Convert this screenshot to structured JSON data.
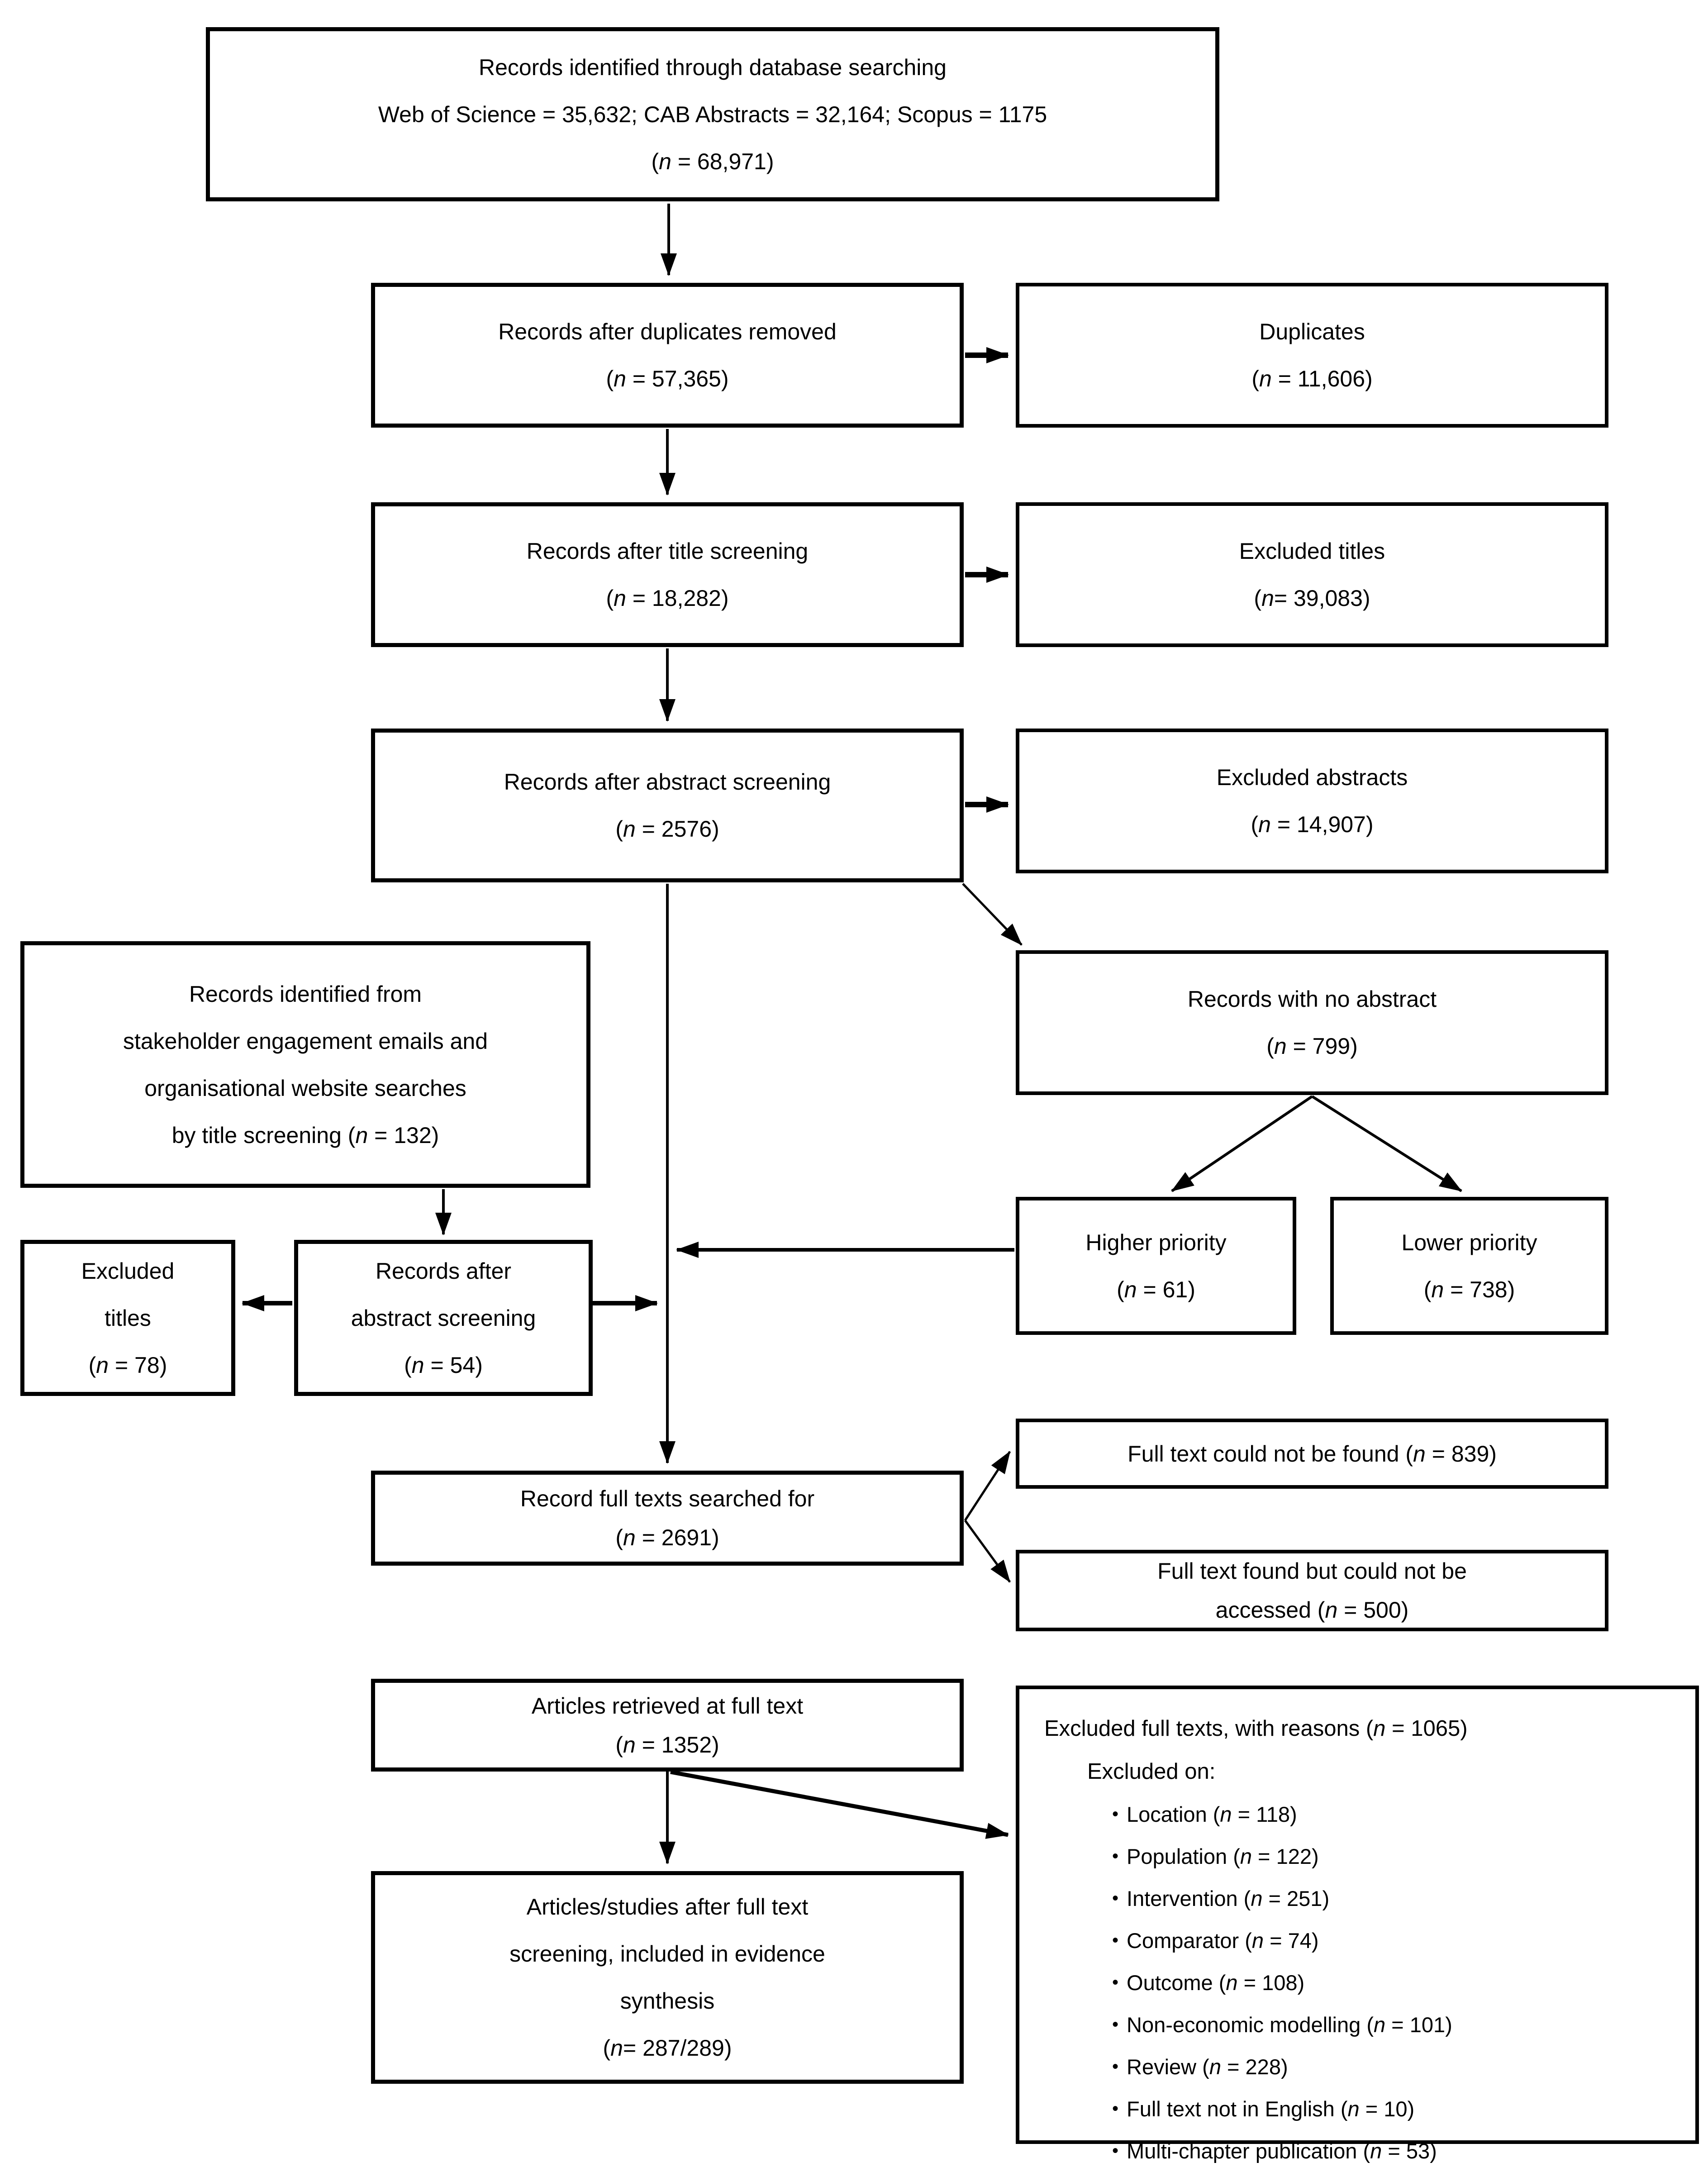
{
  "n_char": "n",
  "bullet_char": "•",
  "figure_type": "prisma-flow-diagram",
  "boxes": {
    "identified": {
      "lines": [
        "Records identified through database searching",
        "Web of Science = 35,632; CAB Abstracts = 32,164; Scopus = 1175"
      ],
      "pre": "(",
      "post": " = 68,971)"
    },
    "dup_removed": {
      "lines": [
        "Records after duplicates removed"
      ],
      "pre": "(",
      "post": " = 57,365)"
    },
    "duplicates": {
      "lines": [
        "Duplicates"
      ],
      "pre": "(",
      "post": " = 11,606)"
    },
    "title_screened": {
      "lines": [
        "Records after title screening"
      ],
      "pre": "(",
      "post": " = 18,282)"
    },
    "excluded_titles": {
      "lines": [
        "Excluded titles"
      ],
      "pre": "(",
      "post": "= 39,083)"
    },
    "abstract_screened": {
      "lines": [
        "Records after abstract screening"
      ],
      "pre": "(",
      "post": " = 2576)"
    },
    "excluded_abstracts": {
      "lines": [
        "Excluded abstracts"
      ],
      "pre": "(",
      "post": " = 14,907)"
    },
    "no_abstract": {
      "lines": [
        "Records with no abstract"
      ],
      "pre": "(",
      "post": " = 799)"
    },
    "stakeholder": {
      "lines": [
        "Records identified from",
        "stakeholder engagement emails and",
        "organisational website searches"
      ],
      "pre": "by title screening (",
      "post": " = 132)"
    },
    "excluded_titles_small": {
      "lines": [
        "Excluded",
        "titles"
      ],
      "pre": "(",
      "post": " = 78)"
    },
    "abstract_screened_small": {
      "lines": [
        "Records after",
        "abstract screening"
      ],
      "pre": "(",
      "post": " = 54)"
    },
    "higher_priority": {
      "lines": [
        "Higher priority"
      ],
      "pre": "(",
      "post": " = 61)"
    },
    "lower_priority": {
      "lines": [
        "Lower priority"
      ],
      "pre": "(",
      "post": " = 738)"
    },
    "fulltext_searched": {
      "lines": [
        "Record full texts searched for"
      ],
      "pre": "(",
      "post": " = 2691)"
    },
    "not_found": {
      "lines": [],
      "pre": "Full text could not be found (",
      "post": " = 839)"
    },
    "not_accessed": {
      "lines": [
        "Full text found but could not be"
      ],
      "pre": "accessed (",
      "post": " = 500)"
    },
    "retrieved": {
      "lines": [
        "Articles retrieved at full text"
      ],
      "pre": "(",
      "post": " = 1352)"
    },
    "included": {
      "lines": [
        "Articles/studies after full text",
        "screening, included in evidence",
        "synthesis"
      ],
      "pre": "(",
      "post": "= 287/289)"
    },
    "excluded_fulltext": {
      "heading_pre": "Excluded full texts, with reasons (",
      "heading_post": " = 1065)",
      "subheading": "Excluded on:",
      "items": [
        {
          "pre": "Location (",
          "post": " = 118)"
        },
        {
          "pre": "Population (",
          "post": " = 122)"
        },
        {
          "pre": "Intervention (",
          "post": " = 251)"
        },
        {
          "pre": "Comparator (",
          "post": " = 74)"
        },
        {
          "pre": "Outcome (",
          "post": " = 108)"
        },
        {
          "pre": "Non-economic modelling (",
          "post": " = 101)"
        },
        {
          "pre": "Review (",
          "post": " = 228)"
        },
        {
          "pre": "Full text not in English (",
          "post": " = 10)"
        },
        {
          "pre": "Multi-chapter publication (",
          "post": " = 53)"
        }
      ]
    }
  },
  "edges": [
    "identified -> dup_removed",
    "dup_removed -> duplicates",
    "dup_removed -> title_screened",
    "title_screened -> excluded_titles",
    "title_screened -> abstract_screened",
    "abstract_screened -> excluded_abstracts",
    "abstract_screened -> no_abstract",
    "no_abstract -> higher_priority",
    "no_abstract -> lower_priority",
    "stakeholder -> abstract_screened_small",
    "abstract_screened_small -> excluded_titles_small",
    "higher_priority -> main_line",
    "abstract_screened_small -> main_line",
    "abstract_screened -> fulltext_searched",
    "fulltext_searched -> not_found",
    "fulltext_searched -> not_accessed",
    "fulltext_searched -> retrieved",
    "retrieved -> excluded_fulltext",
    "retrieved -> included"
  ]
}
